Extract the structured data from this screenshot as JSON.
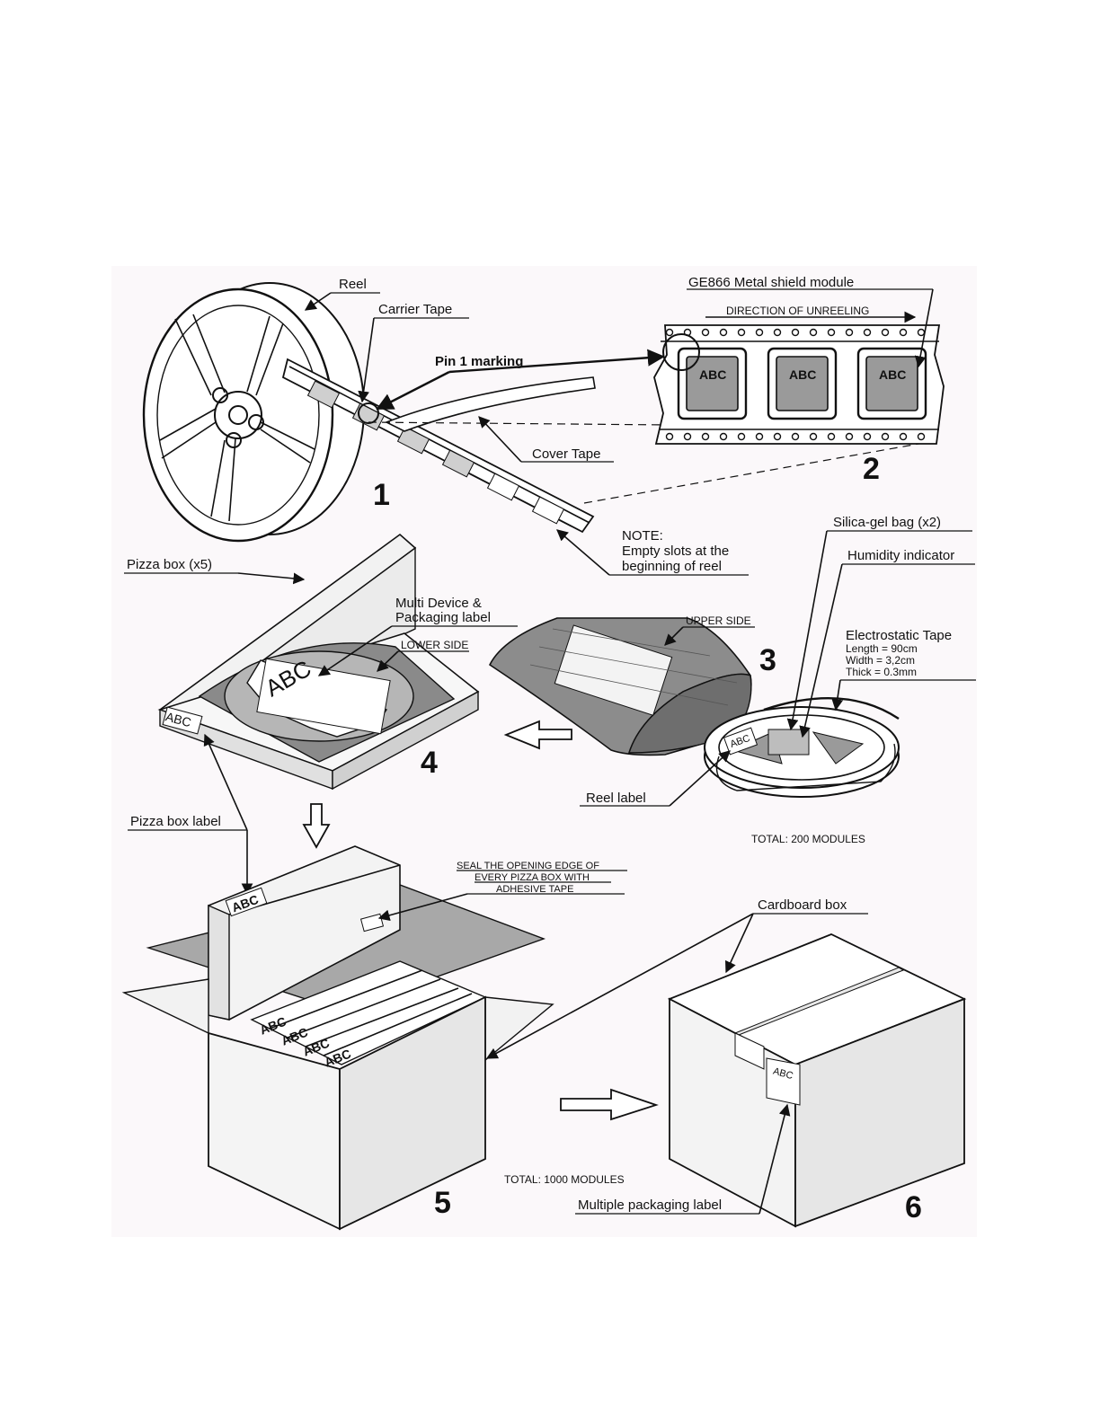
{
  "colors": {
    "panel": "#fbf8fa",
    "box_face": "#e6e6e6",
    "box_side": "#f2f2f2",
    "bag": "#8c8c8c",
    "lining": "#8a8a8a",
    "module": "#9a9a9a"
  },
  "labels": {
    "reel": "Reel",
    "carrier_tape": "Carrier Tape",
    "pin1": "Pin 1 marking",
    "module": "GE866 Metal shield module",
    "direction": "DIRECTION OF UNREELING",
    "cover_tape": "Cover Tape",
    "note_l1": "NOTE:",
    "note_l2": "Empty slots at the",
    "note_l3": "beginning of reel",
    "silica": "Silica-gel bag (x2)",
    "humidity": "Humidity indicator",
    "electrostatic": "Electrostatic Tape",
    "length": "Length = 90cm",
    "width": "Width = 3,2cm",
    "thick": "Thick = 0.3mm",
    "pizza_box": "Pizza box (x5)",
    "multi_l1": "Multi Device &",
    "multi_l2": "Packaging label",
    "lower_side": "LOWER SIDE",
    "upper_side": "UPPER SIDE",
    "reel_label": "Reel label",
    "total_200": "TOTAL: 200  MODULES",
    "pizza_box_label": "Pizza box label",
    "seal_l1": "SEAL THE OPENING EDGE OF",
    "seal_l2": "EVERY PIZZA BOX WITH",
    "seal_l3": "ADHESIVE TAPE",
    "cardboard_box": "Cardboard box",
    "total_1000": "TOTAL: 1000  MODULES",
    "multiple_label": "Multiple packaging label",
    "abc": "ABC"
  },
  "steps": [
    "1",
    "2",
    "3",
    "4",
    "5",
    "6"
  ]
}
